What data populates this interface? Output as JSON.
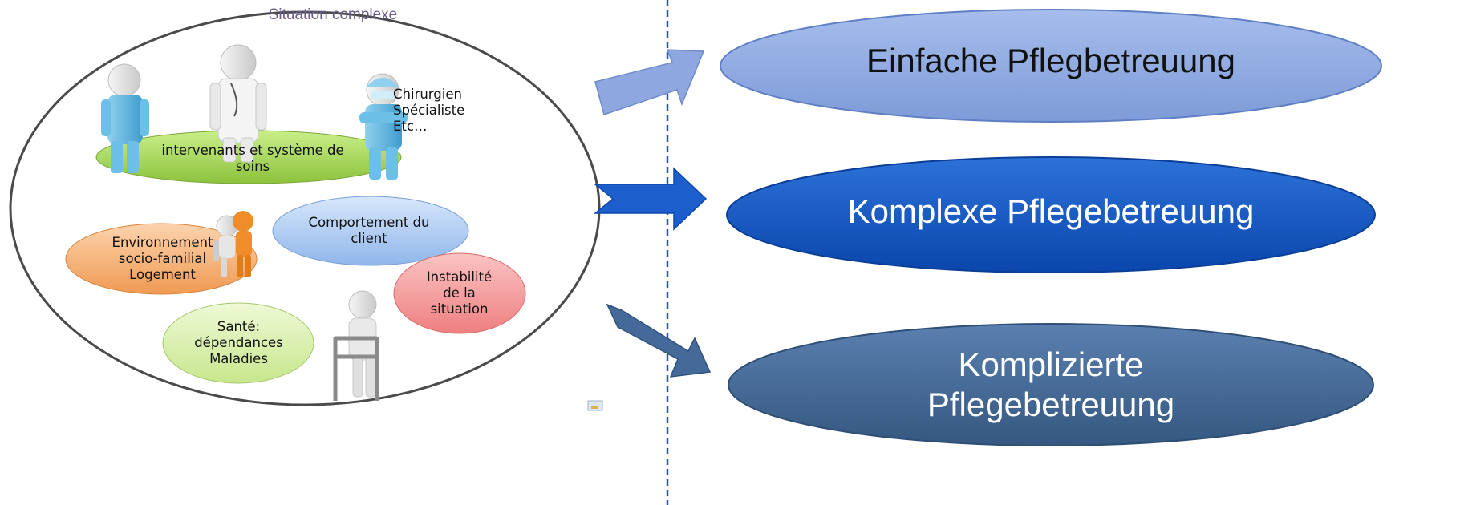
{
  "diagram": {
    "title": "Situation complexe",
    "factors": {
      "intervenants": "intervenants et système de\nsoins",
      "chirurgien": "Chirurgien\nSpécialiste\nEtc…",
      "comportement": "Comportement du\nclient",
      "environnement": "Environnement\nsocio-familial\nLogement",
      "instabilite": "Instabilité\nde la\nsituation",
      "sante": "Santé:\ndépendances\nMaladies"
    },
    "targets": [
      {
        "label": "Einfache Pflegbetreuung",
        "fill": "#8ea8df"
      },
      {
        "label": "Komplexe Pflegebetreuung",
        "fill": "#1256c4"
      },
      {
        "label": "Komplizierte\nPflegebetreuung",
        "fill": "#456a99"
      }
    ],
    "colors": {
      "green": "#9fd25a",
      "blue_bubble": "#a9c7ef",
      "orange": "#f5ad6f",
      "red": "#f19a9b",
      "light_green": "#d9f0ad",
      "ellipse_border": "#4a4a4a",
      "divider": "#2a52be"
    }
  }
}
